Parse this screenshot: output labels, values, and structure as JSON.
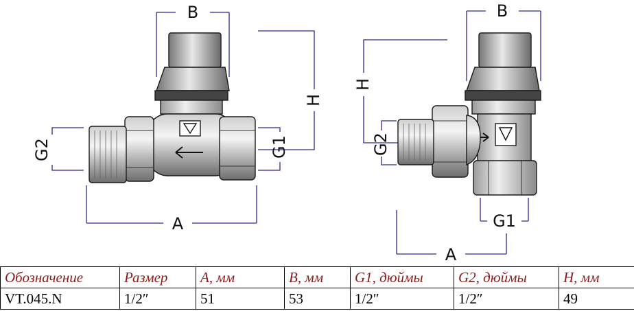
{
  "drawing": {
    "left_view": {
      "labels": {
        "A": "A",
        "B": "B",
        "H": "H",
        "G1": "G1",
        "G2": "G2"
      }
    },
    "right_view": {
      "labels": {
        "A": "A",
        "B": "B",
        "H": "H",
        "G1": "G1",
        "G2": "G2"
      }
    }
  },
  "table": {
    "headers": [
      "Обозначение",
      "Размер",
      "A, мм",
      "B, мм",
      "G1, дюймы",
      "G2, дюймы",
      "H, мм"
    ],
    "rows": [
      [
        "VT.045.N",
        "1/2″",
        "51",
        "53",
        "1/2″",
        "1/2″",
        "49"
      ]
    ]
  }
}
